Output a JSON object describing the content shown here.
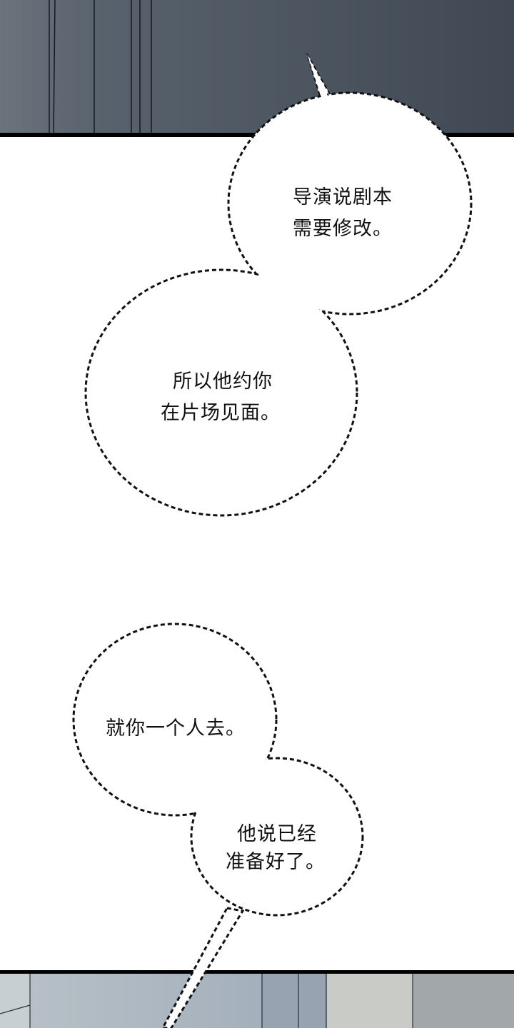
{
  "colors": {
    "top_panel": "#4b5561",
    "bottom_panel": "#a9b4bf",
    "border": "#000000",
    "bubble": "#ffffff"
  },
  "bubbles": [
    {
      "lines": [
        "导演说剧本",
        "需要修改。"
      ]
    },
    {
      "lines": [
        "所以他约你",
        "在片场见面。"
      ]
    },
    {
      "lines": [
        "就你一个人去。"
      ]
    },
    {
      "lines": [
        "他说已经",
        "准备好了。"
      ]
    }
  ]
}
